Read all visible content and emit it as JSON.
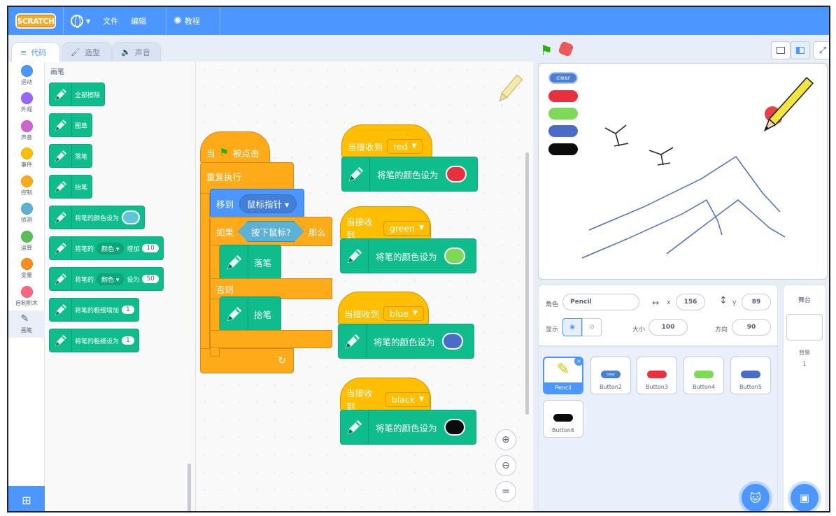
{
  "menubar": {
    "logo": "SCRATCH",
    "file": "文件",
    "edit": "编辑",
    "tutorials": "教程"
  },
  "tabs": {
    "code": "代码",
    "costumes": "造型",
    "sounds": "声音"
  },
  "categories": [
    {
      "label": "运动",
      "color": "#4c97ff"
    },
    {
      "label": "外观",
      "color": "#9966ff"
    },
    {
      "label": "声音",
      "color": "#cf63cf"
    },
    {
      "label": "事件",
      "color": "#ffbf00"
    },
    {
      "label": "控制",
      "color": "#ffab19"
    },
    {
      "label": "侦测",
      "color": "#5cb1d6"
    },
    {
      "label": "运算",
      "color": "#59c059"
    },
    {
      "label": "变量",
      "color": "#ff8c1a"
    },
    {
      "label": "自制积木",
      "color": "#ff6680"
    },
    {
      "label": "画笔",
      "color": "#0fbd8c"
    }
  ],
  "palette": {
    "title": "画笔",
    "clear": "全部擦除",
    "stamp": "图章",
    "pen_down": "落笔",
    "pen_up": "抬笔",
    "set_color_to": "将笔的颜色设为",
    "change_param_a": "将笔的",
    "param_color": "颜色",
    "change_by": "增加",
    "change_value": "10",
    "set_to": "设为",
    "set_value": "50",
    "change_size": "将笔的粗细增加",
    "change_size_value": "1",
    "set_size": "将笔的粗细设为",
    "set_size_value": "1"
  },
  "script_main": {
    "when": "当",
    "clicked": "被点击",
    "forever": "重复执行",
    "goto": "移到",
    "goto_target": "鼠标指针",
    "if": "如果",
    "mouse_down": "按下鼠标?",
    "then": "那么",
    "pen_down": "落笔",
    "else": "否则",
    "pen_up": "抬笔"
  },
  "receivers": [
    {
      "when": "当接收到",
      "msg": "red",
      "action": "将笔的颜色设为",
      "color": "#e9303f"
    },
    {
      "when": "当接收到",
      "msg": "green",
      "action": "将笔的颜色设为",
      "color": "#7ed957"
    },
    {
      "when": "当接收到",
      "msg": "blue",
      "action": "将笔的颜色设为",
      "color": "#4a6cc8"
    },
    {
      "when": "当接收到",
      "msg": "black",
      "action": "将笔的颜色设为",
      "color": "#0b0b0b"
    }
  ],
  "stage": {
    "clear_label": "clear",
    "buttons_colors": [
      "#e9303f",
      "#7ed957",
      "#4a6cc8",
      "#0b0b0b"
    ],
    "clear_color": "#4a7fd1"
  },
  "sprite_info": {
    "sprite_label": "角色",
    "sprite_name": "Pencil",
    "x_label": "x",
    "x": "156",
    "y_label": "y",
    "y": "89",
    "show_label": "显示",
    "size_label": "大小",
    "size": "100",
    "direction_label": "方向",
    "direction": "90"
  },
  "sprites": [
    {
      "name": "Pencil"
    },
    {
      "name": "Button2",
      "color": "#4a7fd1",
      "text": "clear"
    },
    {
      "name": "Button3",
      "color": "#e9303f"
    },
    {
      "name": "Button4",
      "color": "#7ed957"
    },
    {
      "name": "Button5",
      "color": "#4a6cc8"
    },
    {
      "name": "Button6",
      "color": "#0b0b0b"
    }
  ],
  "stage_panel": {
    "title": "舞台",
    "backdrops_label": "背景",
    "backdrops_count": "1"
  }
}
